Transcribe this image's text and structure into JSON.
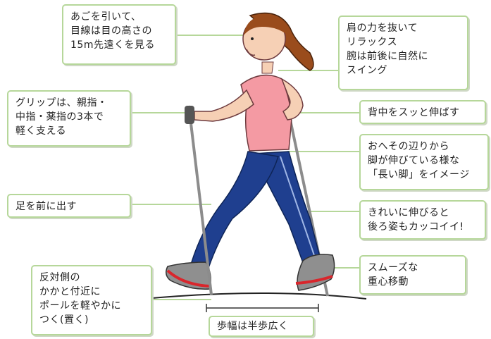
{
  "labels": {
    "chin": "あごを引いて、\n目線は目の高さの\n15m先遠くを見る",
    "shoulders": "肩の力を抜いて\nリラックス\n腕は前後に自然に\nスイング",
    "grip": "グリップは、親指・\n中指・薬指の3本で\n軽く支える",
    "back": "背中をスッと伸ばす",
    "navel": "おへその辺りから\n脚が伸びている様な\n「長い脚」をイメージ",
    "foot_forward": "足を前に出す",
    "posture": "きれいに伸びると\n後ろ姿もカッコイイ!",
    "weight": "スムーズな\n重心移動",
    "pole": "反対側の\nかかと付近に\nポールを軽やかに\nつく(置く)",
    "stride": "歩幅は半歩広く"
  },
  "colors": {
    "label_border": "#b6d79a",
    "leader_line": "#b6d79a",
    "shirt": "#f49aa3",
    "pants": "#1f3f8f",
    "hair": "#9a4c1c",
    "shoe": "#8f8f8f",
    "shoe_accent": "#d9262c",
    "pole": "#8c8c8c"
  }
}
